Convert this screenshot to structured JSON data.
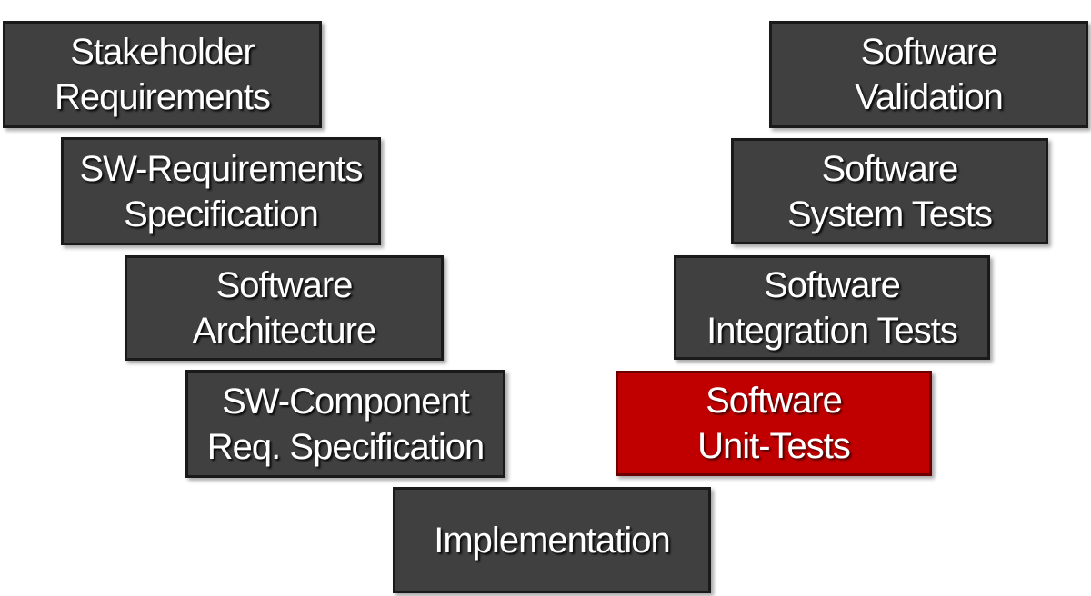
{
  "diagram": {
    "left_side": [
      {
        "id": "stakeholder",
        "lines": [
          "Stakeholder",
          "Requirements"
        ]
      },
      {
        "id": "swreq",
        "lines": [
          "SW-Requirements",
          "Specification"
        ]
      },
      {
        "id": "arch",
        "lines": [
          "Software",
          "Architecture"
        ]
      },
      {
        "id": "compreq",
        "lines": [
          "SW-Component",
          "Req. Specification"
        ]
      }
    ],
    "bottom": {
      "id": "impl",
      "lines": [
        "Implementation"
      ]
    },
    "right_side": [
      {
        "id": "unittests",
        "lines": [
          "Software",
          "Unit-Tests"
        ],
        "highlighted": true
      },
      {
        "id": "inttests",
        "lines": [
          "Software",
          "Integration Tests"
        ]
      },
      {
        "id": "systests",
        "lines": [
          "Software",
          "System Tests"
        ]
      },
      {
        "id": "validation",
        "lines": [
          "Software",
          "Validation"
        ]
      }
    ],
    "colors": {
      "box_fill": "#404040",
      "box_border": "#1a1a1a",
      "highlight_fill": "#c00000",
      "text": "#ffffff"
    }
  }
}
